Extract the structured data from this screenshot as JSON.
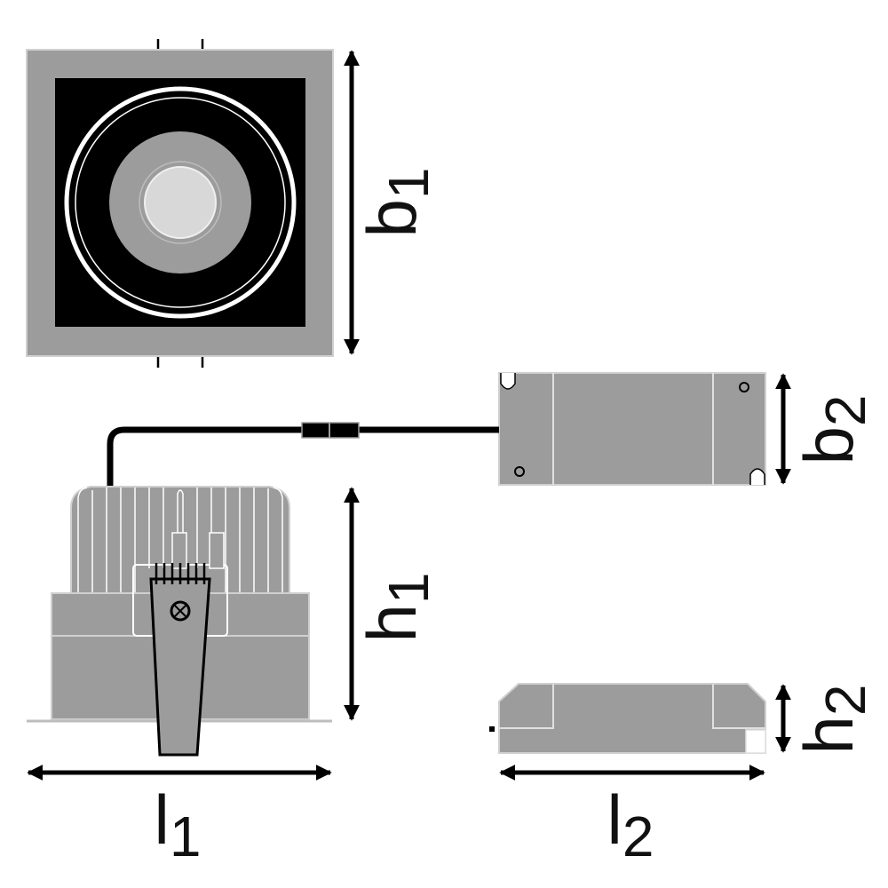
{
  "colors": {
    "body_gray": "#9c9c9c",
    "dark": "#000000",
    "line_light": "#d8d8d8",
    "background": "#ffffff"
  },
  "labels": {
    "b1": {
      "main": "b",
      "sub": "1"
    },
    "b2": {
      "main": "b",
      "sub": "2"
    },
    "h1": {
      "main": "h",
      "sub": "1"
    },
    "h2": {
      "main": "h",
      "sub": "2"
    },
    "l1": {
      "main": "l",
      "sub": "1"
    },
    "l2": {
      "main": "l",
      "sub": "2"
    }
  }
}
